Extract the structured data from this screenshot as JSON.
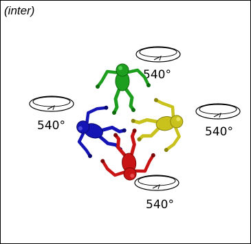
{
  "panel": {
    "label": "(inter)"
  },
  "rotations": [
    {
      "id": "top",
      "angle_label": "540°"
    },
    {
      "id": "left",
      "angle_label": "540°"
    },
    {
      "id": "right",
      "angle_label": "540°"
    },
    {
      "id": "bottom",
      "angle_label": "540°"
    }
  ],
  "figures": [
    {
      "id": "top",
      "color": "#1e9e1e",
      "color_dark": "#0d6a0d",
      "color_light": "#5fd65f"
    },
    {
      "id": "left",
      "color": "#1515b5",
      "color_dark": "#08086e",
      "color_light": "#5a5ae8"
    },
    {
      "id": "right",
      "color": "#c9c21c",
      "color_dark": "#8a850d",
      "color_light": "#f0ea6a"
    },
    {
      "id": "bottom",
      "color": "#c81414",
      "color_dark": "#7a0808",
      "color_light": "#f05a5a"
    }
  ]
}
